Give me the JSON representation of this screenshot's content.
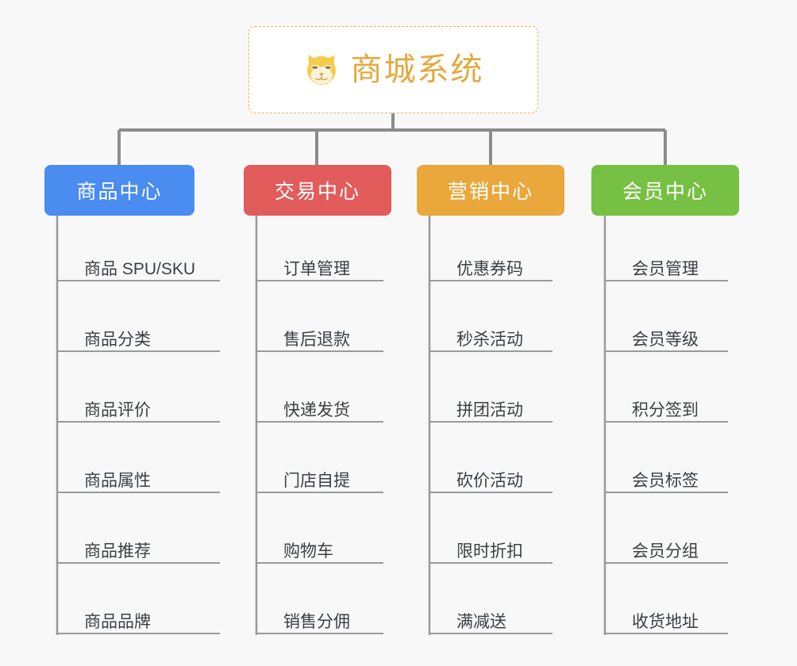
{
  "background_color": "#f8f8f8",
  "connector_color": "#8c8c8c",
  "root": {
    "title": "商城系统",
    "icon": "shiba-dog-icon",
    "text_color": "#e3a93f",
    "border_color": "#e8b55a",
    "background_color": "#ffffff"
  },
  "columns": [
    {
      "id": "product-center",
      "label": "商品中心",
      "color": "#4a8cf0",
      "items": [
        "商品 SPU/SKU",
        "商品分类",
        "商品评价",
        "商品属性",
        "商品推荐",
        "商品品牌"
      ]
    },
    {
      "id": "trade-center",
      "label": "交易中心",
      "color": "#e25c5c",
      "items": [
        "订单管理",
        "售后退款",
        "快递发货",
        "门店自提",
        "购物车",
        "销售分佣"
      ]
    },
    {
      "id": "marketing-center",
      "label": "营销中心",
      "color": "#eaa73c",
      "items": [
        "优惠券码",
        "秒杀活动",
        "拼团活动",
        "砍价活动",
        "限时折扣",
        "满减送"
      ]
    },
    {
      "id": "member-center",
      "label": "会员中心",
      "color": "#76c043",
      "items": [
        "会员管理",
        "会员等级",
        "积分签到",
        "会员标签",
        "会员分组",
        "收货地址"
      ]
    }
  ]
}
